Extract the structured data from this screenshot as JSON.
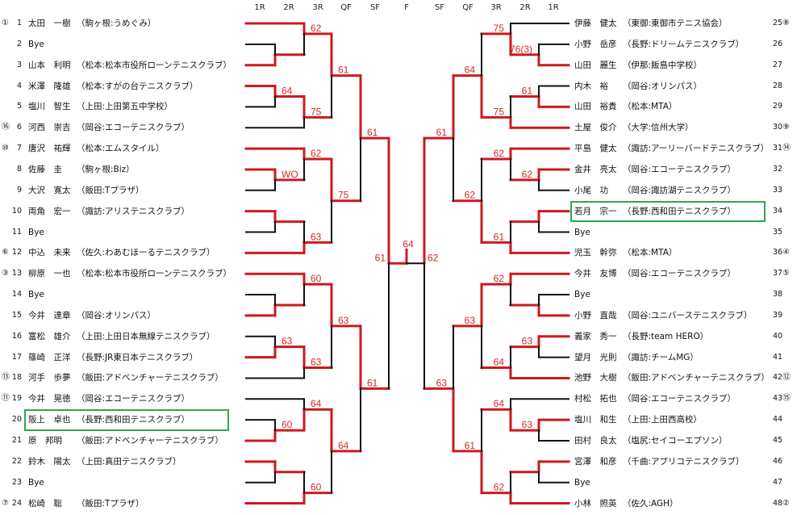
{
  "rounds": {
    "left": [
      "1R",
      "2R",
      "3R",
      "QF",
      "SF"
    ],
    "final": "F",
    "right": [
      "SF",
      "QF",
      "3R",
      "2R",
      "1R"
    ]
  },
  "colors": {
    "win": "#cc1a1f",
    "lose": "#111111",
    "score": "#d42a2a",
    "highlight": "#2fa84f"
  },
  "left_players": [
    {
      "seed": "①",
      "num": "1",
      "name": "太田　一樹",
      "affil": "（駒ヶ根:うめぐみ）"
    },
    {
      "seed": "",
      "num": "2",
      "name": "Bye",
      "affil": ""
    },
    {
      "seed": "",
      "num": "3",
      "name": "山本　利明",
      "affil": "（松本:松本市役所ローンテニスクラブ）"
    },
    {
      "seed": "",
      "num": "4",
      "name": "米澤　隆雄",
      "affil": "（松本:すがの台テニスクラブ）"
    },
    {
      "seed": "",
      "num": "5",
      "name": "塩川　智生",
      "affil": "（上田:上田第五中学校）"
    },
    {
      "seed": "⑯",
      "num": "6",
      "name": "河西　崇吉",
      "affil": "（岡谷:エコーテニスクラブ）"
    },
    {
      "seed": "⑩",
      "num": "7",
      "name": "唐沢　祐輝",
      "affil": "（松本:エムスタイル）"
    },
    {
      "seed": "",
      "num": "8",
      "name": "佐藤　圭",
      "affil": "（駒ヶ根:Biz）"
    },
    {
      "seed": "",
      "num": "9",
      "name": "大沢　寛太",
      "affil": "（飯田:Tプラザ）"
    },
    {
      "seed": "",
      "num": "10",
      "name": "両角　宏一",
      "affil": "（諏訪:アリステニスクラブ）"
    },
    {
      "seed": "",
      "num": "11",
      "name": "Bye",
      "affil": ""
    },
    {
      "seed": "⑥",
      "num": "12",
      "name": "中込　未来",
      "affil": "（佐久:わあむほーるテニスクラブ）"
    },
    {
      "seed": "③",
      "num": "13",
      "name": "柳原　一也",
      "affil": "（松本:松本市役所ローンテニスクラブ）"
    },
    {
      "seed": "",
      "num": "14",
      "name": "Bye",
      "affil": ""
    },
    {
      "seed": "",
      "num": "15",
      "name": "今井　達章",
      "affil": "（岡谷:オリンパス）"
    },
    {
      "seed": "",
      "num": "16",
      "name": "富松　雄介",
      "affil": "（上田:上田日本無線テニスクラブ）"
    },
    {
      "seed": "",
      "num": "17",
      "name": "篠崎　正洋",
      "affil": "（長野:JR東日本テニスクラブ）"
    },
    {
      "seed": "⑬",
      "num": "18",
      "name": "河手　歩夢",
      "affil": "（飯田:アドベンチャーテニスクラブ）"
    },
    {
      "seed": "⑪",
      "num": "19",
      "name": "今井　晃徳",
      "affil": "（岡谷:エコーテニスクラブ）"
    },
    {
      "seed": "",
      "num": "20",
      "name": "阪上　卓也",
      "affil": "（長野:西和田テニスクラブ）",
      "highlight": true
    },
    {
      "seed": "",
      "num": "21",
      "name": "原　邦明",
      "affil": "（飯田:アドベンチャーテニスクラブ）"
    },
    {
      "seed": "",
      "num": "22",
      "name": "鈴木　陽太",
      "affil": "（上田:真田テニスクラブ）"
    },
    {
      "seed": "",
      "num": "23",
      "name": "Bye",
      "affil": ""
    },
    {
      "seed": "⑦",
      "num": "24",
      "name": "松崎　聡",
      "affil": "（飯田:Tプラザ）"
    }
  ],
  "right_players": [
    {
      "seed": "⑧",
      "num": "25",
      "name": "伊藤　健太",
      "affil": "（東御:東御市テニス協会）"
    },
    {
      "seed": "",
      "num": "26",
      "name": "小野　岳彦",
      "affil": "（長野:ドリームテニスクラブ）"
    },
    {
      "seed": "",
      "num": "27",
      "name": "山田　麗生",
      "affil": "（伊那:飯島中学校）"
    },
    {
      "seed": "",
      "num": "28",
      "name": "内木　裕",
      "affil": "（岡谷:オリンパス）"
    },
    {
      "seed": "",
      "num": "29",
      "name": "山田　裕貴",
      "affil": "（松本:MTA）"
    },
    {
      "seed": "⑨",
      "num": "30",
      "name": "土屋　俊介",
      "affil": "（大学:信州大学）"
    },
    {
      "seed": "⑭",
      "num": "31",
      "name": "平島　健太",
      "affil": "（諏訪:アーリーバードテニスクラブ）"
    },
    {
      "seed": "",
      "num": "32",
      "name": "金井　亮太",
      "affil": "（岡谷:エコーテニスクラブ）"
    },
    {
      "seed": "",
      "num": "33",
      "name": "小尾　功",
      "affil": "（岡谷:諏訪湖テニスクラブ）"
    },
    {
      "seed": "",
      "num": "34",
      "name": "若月　宗一",
      "affil": "（長野:西和田テニスクラブ）",
      "highlight": true
    },
    {
      "seed": "",
      "num": "35",
      "name": "Bye",
      "affil": ""
    },
    {
      "seed": "④",
      "num": "36",
      "name": "児玉　幹弥",
      "affil": "（松本:MTA）"
    },
    {
      "seed": "⑤",
      "num": "37",
      "name": "今井　友博",
      "affil": "（岡谷:エコーテニスクラブ）"
    },
    {
      "seed": "",
      "num": "38",
      "name": "Bye",
      "affil": ""
    },
    {
      "seed": "",
      "num": "39",
      "name": "小野　直哉",
      "affil": "（岡谷:ユニバーステニスクラブ）"
    },
    {
      "seed": "",
      "num": "40",
      "name": "義家　秀一",
      "affil": "（長野:team HERO）"
    },
    {
      "seed": "",
      "num": "41",
      "name": "望月　光則",
      "affil": "（諏訪:チームMG）"
    },
    {
      "seed": "⑫",
      "num": "42",
      "name": "池野　大樹",
      "affil": "（飯田:アドベンチャーテニスクラブ）"
    },
    {
      "seed": "⑮",
      "num": "43",
      "name": "村松　拓也",
      "affil": "（岡谷:エコーテニスクラブ）"
    },
    {
      "seed": "",
      "num": "44",
      "name": "塩川　和生",
      "affil": "（上田:上田西高校）"
    },
    {
      "seed": "",
      "num": "45",
      "name": "田村　良太",
      "affil": "（塩尻:セイコーエプソン）"
    },
    {
      "seed": "",
      "num": "46",
      "name": "宮澤　和彦",
      "affil": "（千曲:アプリコテニスクラブ）"
    },
    {
      "seed": "",
      "num": "47",
      "name": "Bye",
      "affil": ""
    },
    {
      "seed": "②",
      "num": "48",
      "name": "小林　照英",
      "affil": "（佐久:AGH）"
    }
  ],
  "bracket": {
    "left": {
      "s": "61",
      "w": 0,
      "c": [
        {
          "s": "61",
          "w": 0,
          "c": [
            {
              "s": "61",
              "w": 0,
              "c": [
                {
                  "s": "62",
                  "w": 0,
                  "c": [
                    0,
                    {
                      "s": "",
                      "w": 1,
                      "c": [
                        1,
                        2
                      ]
                    }
                  ]
                },
                {
                  "s": "75",
                  "w": 0,
                  "c": [
                    {
                      "s": "64",
                      "w": 0,
                      "c": [
                        3,
                        4
                      ]
                    },
                    5
                  ]
                }
              ]
            },
            {
              "s": "75",
              "w": 0,
              "c": [
                {
                  "s": "62",
                  "w": 0,
                  "c": [
                    6,
                    {
                      "s": "WO",
                      "w": 0,
                      "c": [
                        7,
                        8
                      ]
                    }
                  ]
                },
                {
                  "s": "63",
                  "w": 1,
                  "c": [
                    {
                      "s": "",
                      "w": 0,
                      "c": [
                        9,
                        10
                      ]
                    },
                    11
                  ]
                }
              ]
            }
          ]
        },
        {
          "s": "61",
          "w": 0,
          "c": [
            {
              "s": "63",
              "w": 0,
              "c": [
                {
                  "s": "60",
                  "w": 0,
                  "c": [
                    12,
                    {
                      "s": "",
                      "w": 1,
                      "c": [
                        13,
                        14
                      ]
                    }
                  ]
                },
                {
                  "s": "63",
                  "w": 0,
                  "c": [
                    {
                      "s": "63",
                      "w": 1,
                      "c": [
                        15,
                        16
                      ]
                    },
                    17
                  ]
                }
              ]
            },
            {
              "s": "64",
              "w": 0,
              "c": [
                {
                  "s": "64",
                  "w": 1,
                  "c": [
                    18,
                    {
                      "s": "60",
                      "w": 1,
                      "c": [
                        19,
                        20
                      ]
                    }
                  ]
                },
                {
                  "s": "60",
                  "w": 1,
                  "c": [
                    {
                      "s": "",
                      "w": 0,
                      "c": [
                        21,
                        22
                      ]
                    },
                    23
                  ]
                }
              ]
            }
          ]
        }
      ]
    },
    "right": {
      "s": "62",
      "w": 0,
      "c": [
        {
          "s": "61",
          "w": 0,
          "c": [
            {
              "s": "64",
              "w": 1,
              "c": [
                {
                  "s": "75",
                  "w": 1,
                  "c": [
                    0,
                    {
                      "s": "76(3)",
                      "w": 1,
                      "c": [
                        1,
                        2
                      ]
                    }
                  ]
                },
                {
                  "s": "75",
                  "w": 1,
                  "c": [
                    {
                      "s": "61",
                      "w": 1,
                      "c": [
                        3,
                        4
                      ]
                    },
                    5
                  ]
                }
              ]
            },
            {
              "s": "62",
              "w": 1,
              "c": [
                {
                  "s": "62",
                  "w": 0,
                  "c": [
                    6,
                    {
                      "s": "62",
                      "w": 0,
                      "c": [
                        7,
                        8
                      ]
                    }
                  ]
                },
                {
                  "s": "61",
                  "w": 1,
                  "c": [
                    {
                      "s": "",
                      "w": 0,
                      "c": [
                        9,
                        10
                      ]
                    },
                    11
                  ]
                }
              ]
            }
          ]
        },
        {
          "s": "63",
          "w": 1,
          "c": [
            {
              "s": "63",
              "w": 0,
              "c": [
                {
                  "s": "62",
                  "w": 0,
                  "c": [
                    12,
                    {
                      "s": "",
                      "w": 1,
                      "c": [
                        13,
                        14
                      ]
                    }
                  ]
                },
                {
                  "s": "64",
                  "w": 1,
                  "c": [
                    {
                      "s": "63",
                      "w": 0,
                      "c": [
                        15,
                        16
                      ]
                    },
                    17
                  ]
                }
              ]
            },
            {
              "s": "61",
              "w": 1,
              "c": [
                {
                  "s": "64",
                  "w": 1,
                  "c": [
                    18,
                    {
                      "s": "63",
                      "w": 0,
                      "c": [
                        19,
                        20
                      ]
                    }
                  ]
                },
                {
                  "s": "62",
                  "w": 1,
                  "c": [
                    {
                      "s": "",
                      "w": 0,
                      "c": [
                        21,
                        22
                      ]
                    },
                    23
                  ]
                }
              ]
            }
          ]
        }
      ]
    },
    "final": {
      "score": "64",
      "winner": "left"
    }
  }
}
